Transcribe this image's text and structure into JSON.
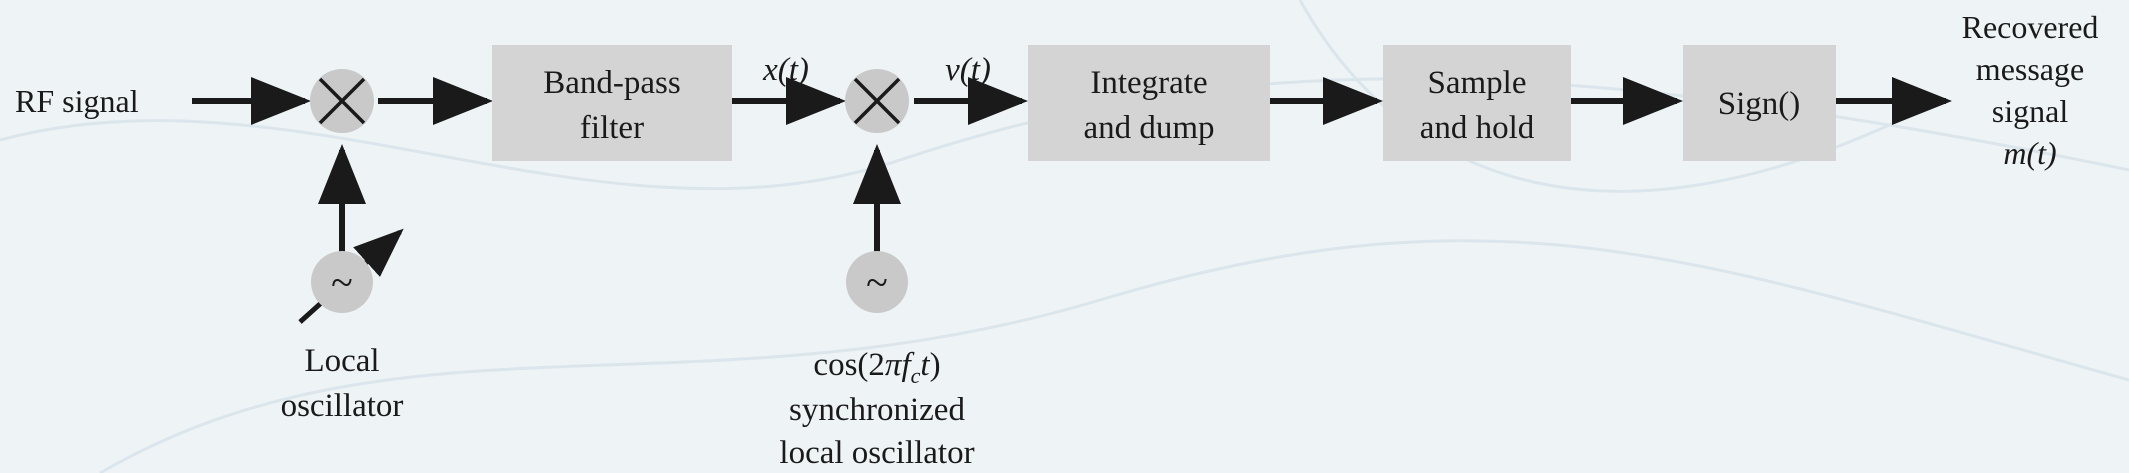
{
  "input_label": "RF signal",
  "blocks": {
    "bandpass": [
      "Band-pass",
      "filter"
    ],
    "integrate": [
      "Integrate",
      "and dump"
    ],
    "sample": [
      "Sample",
      "and hold"
    ],
    "sign": [
      "Sign()"
    ]
  },
  "signals": {
    "x": "x(t)",
    "v": "v(t)"
  },
  "oscillators": {
    "local": {
      "symbol": "~",
      "label": [
        "Local",
        "oscillator"
      ]
    },
    "sync": {
      "symbol": "~",
      "label_formula": "cos(2πfct)",
      "label": [
        "synchronized",
        "local oscillator"
      ]
    }
  },
  "output": {
    "label": [
      "Recovered",
      "message",
      "signal"
    ],
    "formula": "m(t)"
  },
  "colors": {
    "background": "#eef3f6",
    "block_fill": "#d4d4d4",
    "mixer_fill": "#c9c9c9",
    "line": "#1a1a1a"
  }
}
